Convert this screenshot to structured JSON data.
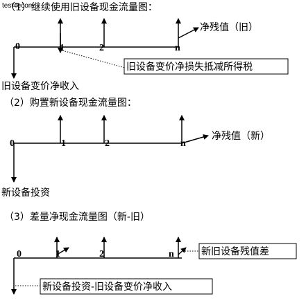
{
  "watermark": "test4ecom",
  "section1": {
    "title": "（1）继续使用旧设备现金流量图：",
    "ticks": [
      "0",
      "1",
      "2",
      "n"
    ],
    "residual_label": "净残值（旧）",
    "tax_box_label": "旧设备变价净损失抵减所得税",
    "outflow_label": "旧设备变价净收入"
  },
  "section2": {
    "title": "（2）购置新设备现金流量图：",
    "ticks": [
      "0",
      "1",
      "2",
      "n"
    ],
    "residual_label": "净残值（新）",
    "outflow_label": "新设备投资"
  },
  "section3": {
    "title": "（3）差量净现金流量图（新-旧）",
    "ticks": [
      "0",
      "1",
      "2",
      "n"
    ],
    "residual_box_label": "新旧设备残值差",
    "investment_box_label": "新设备投资-旧设备变价净收入"
  }
}
